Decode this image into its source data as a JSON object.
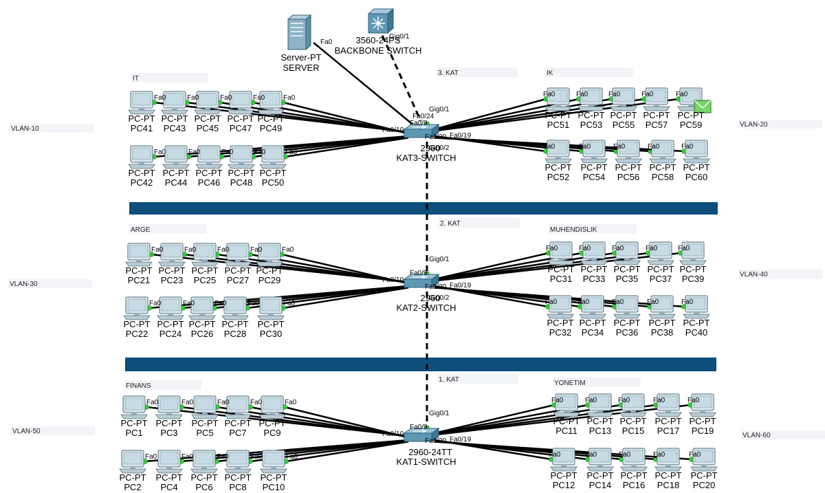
{
  "colors": {
    "background": "#ffffff",
    "floor_bar": "#0d4e7c",
    "link": "#000000",
    "link_dot": "#2fd12f",
    "switch_body": "#5e98b5",
    "pc_body": "#c7dbe4",
    "note_bg": "#f2f4f7"
  },
  "top": {
    "server": {
      "type": "Server-PT",
      "name": "SERVER",
      "port": "Fa0"
    },
    "backbone": {
      "type": "3560-24PS",
      "name": "BACKBONE SWITCH",
      "port": "Gig0/1"
    }
  },
  "vlan_labels": [
    "VLAN-10",
    "VLAN-20",
    "VLAN-30",
    "VLAN-40",
    "VLAN-50",
    "VLAN-60"
  ],
  "floors": [
    {
      "label": "3. KAT",
      "switch": {
        "model": "2960",
        "name": "KAT3-SWITCH"
      },
      "switch_ports": {
        "up": "Gig0/1",
        "server": "Fa0/24",
        "left_top": "Fa0/9",
        "left": "Fa0/10",
        "right_top": "Fa0/20",
        "right": "Fa0/19",
        "down": "Gig0/2"
      },
      "groups": [
        {
          "name": "IT",
          "pcs": [
            "PC41",
            "PC43",
            "PC45",
            "PC47",
            "PC49",
            "PC42",
            "PC44",
            "PC46",
            "PC48",
            "PC50"
          ]
        },
        {
          "name": "IK",
          "pcs": [
            "PC51",
            "PC53",
            "PC55",
            "PC57",
            "PC59",
            "PC52",
            "PC54",
            "PC56",
            "PC58",
            "PC60"
          ]
        }
      ]
    },
    {
      "label": "2. KAT",
      "switch": {
        "model": "2960",
        "name": "KAT2-SWITCH"
      },
      "switch_ports": {
        "up": "Gig0/1",
        "left_top": "Fa0/9",
        "left": "Fa0/10",
        "right_top": "Fa0/20",
        "right": "Fa0/19",
        "down": "Gig0/2"
      },
      "groups": [
        {
          "name": "ARGE",
          "pcs": [
            "PC21",
            "PC23",
            "PC25",
            "PC27",
            "PC29",
            "PC22",
            "PC24",
            "PC26",
            "PC28",
            "PC30"
          ]
        },
        {
          "name": "MUHENDISLIK",
          "pcs": [
            "PC31",
            "PC33",
            "PC35",
            "PC37",
            "PC39",
            "PC32",
            "PC34",
            "PC36",
            "PC38",
            "PC40"
          ]
        }
      ]
    },
    {
      "label": "1. KAT",
      "switch": {
        "model": "2960-24TT",
        "name": "KAT1-SWITCH"
      },
      "switch_ports": {
        "up": "Gig0/1",
        "left_top": "Fa0/9",
        "left": "Fa0/10",
        "right_top": "Fa0/20",
        "right": "Fa0/19"
      },
      "groups": [
        {
          "name": "FINANS",
          "pcs": [
            "PC1",
            "PC3",
            "PC5",
            "PC7",
            "PC9",
            "PC2",
            "PC4",
            "PC6",
            "PC8",
            "PC10"
          ]
        },
        {
          "name": "YONETIM",
          "pcs": [
            "PC11",
            "PC13",
            "PC15",
            "PC17",
            "PC19",
            "PC12",
            "PC14",
            "PC16",
            "PC18",
            "PC20"
          ]
        }
      ]
    }
  ],
  "pc_type": "PC-PT",
  "pc_port": "Fa0"
}
